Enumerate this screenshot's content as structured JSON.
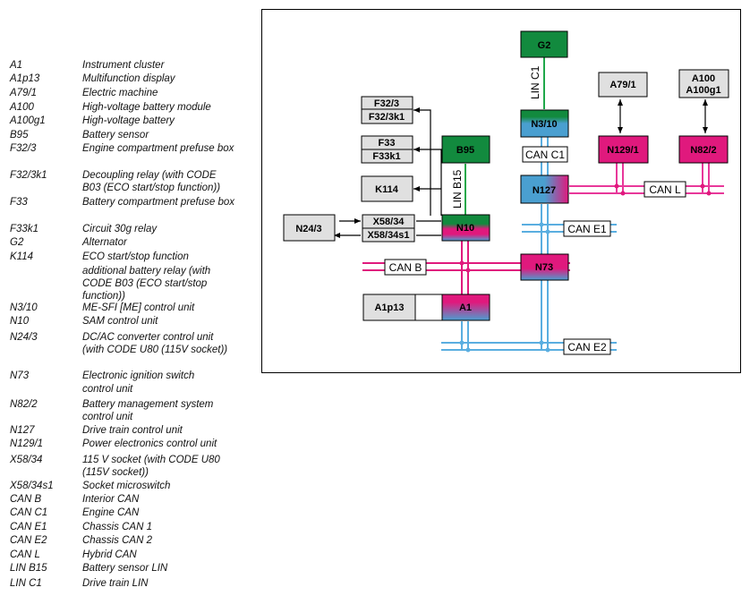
{
  "legend": [
    {
      "code": "A1",
      "desc": "Instrument cluster"
    },
    {
      "code": "A1p13",
      "desc": "Multifunction display"
    },
    {
      "code": "A79/1",
      "desc": "Electric machine"
    },
    {
      "code": "A100",
      "desc": "High-voltage battery module"
    },
    {
      "code": "A100g1",
      "desc": "High-voltage battery"
    },
    {
      "code": "B95",
      "desc": "Battery sensor"
    },
    {
      "code": "F32/3",
      "desc": "Engine compartment prefuse box"
    },
    {
      "code": "F32/3k1",
      "desc": "Decoupling relay (with CODE B03 (ECO start/stop function))"
    },
    {
      "code": "F33",
      "desc": "Battery compartment prefuse box"
    },
    {
      "code": "F33k1",
      "desc": "Circuit 30g relay"
    },
    {
      "code": "G2",
      "desc": "Alternator"
    },
    {
      "code": "K114",
      "desc": "ECO start/stop function"
    },
    {
      "code": "",
      "desc": "additional battery relay (with CODE B03 (ECO start/stop function))"
    },
    {
      "code": "N3/10",
      "desc": "ME-SFI [ME] control unit"
    },
    {
      "code": "N10",
      "desc": "SAM control unit"
    },
    {
      "code": "N24/3",
      "desc": "DC/AC converter control unit (with CODE U80 (115V socket))"
    },
    {
      "code": "N73",
      "desc": "Electronic ignition switch"
    },
    {
      "code": "",
      "desc": "control unit"
    },
    {
      "code": "N82/2",
      "desc": "Battery management system control unit"
    },
    {
      "code": "N127",
      "desc": "Drive train control unit"
    },
    {
      "code": "N129/1",
      "desc": "Power electronics control unit"
    },
    {
      "code": "X58/34",
      "desc": "115 V socket (with CODE U80 (115V socket))"
    },
    {
      "code": "X58/34s1",
      "desc": "Socket microswitch"
    },
    {
      "code": "CAN B",
      "desc": "Interior CAN"
    },
    {
      "code": "CAN C1",
      "desc": "Engine CAN"
    },
    {
      "code": "CAN E1",
      "desc": "Chassis CAN 1"
    },
    {
      "code": "CAN E2",
      "desc": "Chassis CAN 2"
    },
    {
      "code": "CAN L",
      "desc": "Hybrid CAN"
    },
    {
      "code": "LIN B15",
      "desc": "Battery sensor LIN"
    },
    {
      "code": "LIN C1",
      "desc": "Drive train LIN"
    }
  ],
  "diagram": {
    "blocks": {
      "g2": "G2",
      "a79_1": "A79/1",
      "a100": "A100",
      "a100g1": "A100g1",
      "f32_3": "F32/3",
      "f32_3k1": "F32/3k1",
      "f33": "F33",
      "f33k1": "F33k1",
      "b95": "B95",
      "n3_10": "N3/10",
      "n129_1": "N129/1",
      "n82_2": "N82/2",
      "k114": "K114",
      "n127": "N127",
      "n24_3": "N24/3",
      "x58_34": "X58/34",
      "x58_34s1": "X58/34s1",
      "n10": "N10",
      "n73": "N73",
      "a1p13": "A1p13",
      "a1": "A1"
    },
    "buses": {
      "lin_c1": "LIN C1",
      "lin_b15": "LIN B15",
      "can_c1": "CAN C1",
      "can_l": "CAN L",
      "can_e1": "CAN E1",
      "can_b": "CAN B",
      "can_e2": "CAN E2"
    },
    "colors": {
      "green": "#128a3e",
      "blue": "#4a9fd0",
      "magenta": "#e0197d",
      "gray": "#e0e0e0",
      "can_b_line": "#e0197d",
      "can_l_line": "#e8389a",
      "can_e_line": "#5aaee0",
      "lin_line": "#1fa84a"
    }
  }
}
